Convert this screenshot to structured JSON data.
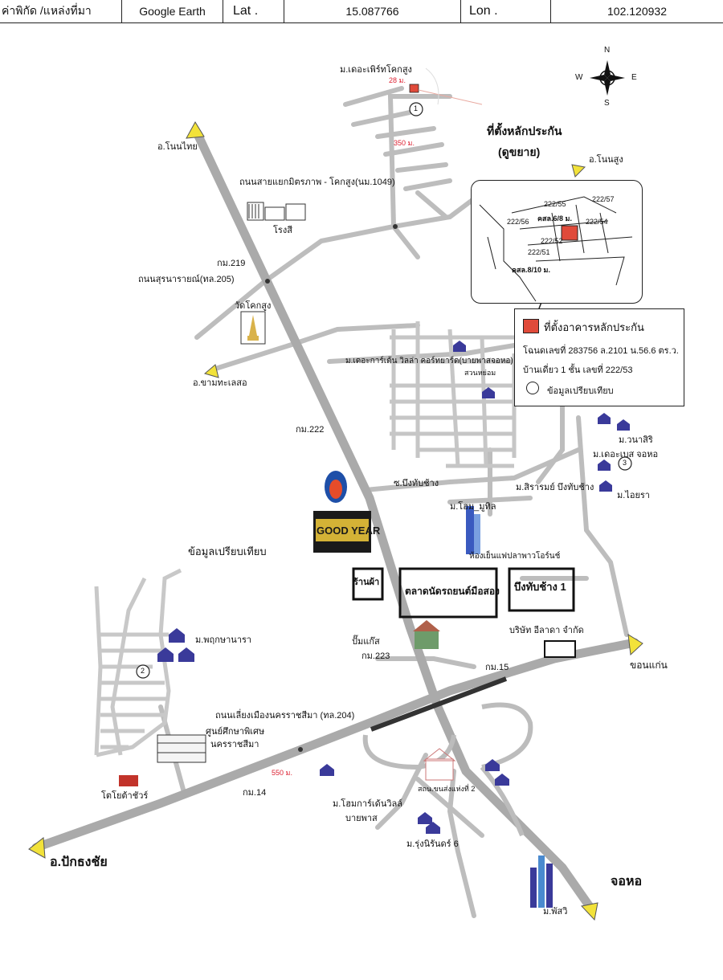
{
  "header": {
    "source_label": "ค่าพิกัด /แหล่งที่มา",
    "source_value": "Google Earth",
    "lat_label": "Lat .",
    "lat_value": "15.087766",
    "lon_label": "Lon .",
    "lon_value": "102.120932"
  },
  "compass": {
    "n": "N",
    "s": "S",
    "e": "E",
    "w": "W"
  },
  "labels": {
    "village_top": "ม.เดอะเพิร์ทโคกสูง",
    "dist_28": "28 ม.",
    "dist_350": "350 ม.",
    "marker_1": "1",
    "marker_2": "2",
    "marker_3": "3",
    "location_title_1": "ที่ตั้งหลักประกัน",
    "location_title_2": "(ดูขยาย)",
    "to_non_thai": "อ.โนนไทย",
    "to_non_sung": "อ.โนนสูง",
    "road_1049": "ถนนสายแยกมิตรภาพ - โคกสูง(นม.1049)",
    "factory": "โรงสี",
    "km219": "กม.219",
    "road_205": "ถนนสุรนารายณ์(ทล.205)",
    "temple": "วัดโคกสูง",
    "to_kham_thale_so": "อ.ขามทะเลสอ",
    "village_garden": "ม.เดอะการ์เด้น วิลล่า คอร์ทยาร์ด(บายพาสจอหอ)",
    "park": "สวนหย่อม",
    "km222": "กม.222",
    "road_bueng_thap_chang": "ซ.บึงทับช้าง",
    "village_sirarom": "ม.สิรารมย์ บึงทับช้าง",
    "village_home_mobile": "ม.โฮม_มูทิล",
    "village_wanasiri": "ม.วนาสิริ",
    "village_the_base": "ม.เดอะเบส จอหอ",
    "village_chaiya": "ม.ไอยรา",
    "compare_data": "ข้อมูลเปรียบเทียบ",
    "village_phruksa": "ม.พฤกษานารา",
    "room_shop": "ห้องเย็นแฟปลาพาวโอร์นช์",
    "pump": "ปั๊มแก๊ส",
    "km223": "กม.223",
    "company": "บริษัท อีลาดา จำกัด",
    "km15": "กม.15",
    "to_khon_kaen": "ขอนแก่น",
    "road_204": "ถนนเลี่ยงเมืองนครราชสีมา (ทล.204)",
    "special_ed_1": "ศูนย์ศึกษาพิเศษ",
    "special_ed_2": "นครราชสีมา",
    "dist_550": "550 ม.",
    "km14": "กม.14",
    "toyota": "โตโยต้าชัวร์",
    "bus_terminal": "สถน.ขนส่งแห่งที่ 2",
    "village_home_garden_1": "ม.โฮมการ์เด้นวิลล์",
    "village_home_garden_2": "บายพาส",
    "village_rungnirun": "ม.รุ่งนิรันดร์ 6",
    "to_pak_thong_chai": "อ.ปักธงชัย",
    "jo_ho": "จอหอ",
    "village_phisui": "ม.พัสวิ",
    "goodyear": "GOOD YEAR",
    "sign_1": "ร้านผ้า",
    "sign_2": "ตลาดนัดรถยนต์มือสอง",
    "sign_3": "บึงทับช้าง 1"
  },
  "inset": {
    "plots": [
      "222/55",
      "222/57",
      "222/56",
      "222/54",
      "222/52",
      "222/51"
    ],
    "soi_1": "คสล.6/8 ม.",
    "soi_2": "คสล.8/10 ม."
  },
  "legend": {
    "item1": "ที่ตั้งอาคารหลักประกัน",
    "deed": "โฉนดเลขที่ 283756  ล.2101 น.56.6 ตร.ว.",
    "house": "บ้านเดี่ยว 1 ชั้น เลขที่ 222/53",
    "item2": "ข้อมูลเปรียบเทียบ"
  },
  "colors": {
    "collateral": "#e04a3a",
    "road": "#b9b9b9",
    "arrow": "#f2e23a",
    "house": "#3a3a9a"
  }
}
